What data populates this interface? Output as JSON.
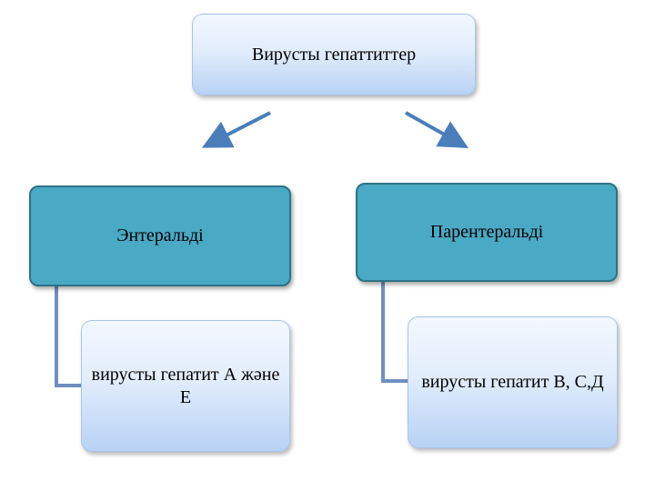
{
  "diagram": {
    "root": "Вирусты гепаттиттер",
    "branches": [
      {
        "label": "Энтеральді",
        "leaf": "вирусты гепатит А және Е"
      },
      {
        "label": "Парентеральді",
        "leaf": "вирусты гепатит В, С,Д"
      }
    ]
  },
  "colors": {
    "light_box_top": "#f3f8ff",
    "light_box_bottom": "#b8d2f5",
    "branch_fill": "#4aa9c4",
    "branch_border": "#2d7385",
    "arrow": "#4a7ebb",
    "connector": "#6f8fbf"
  }
}
